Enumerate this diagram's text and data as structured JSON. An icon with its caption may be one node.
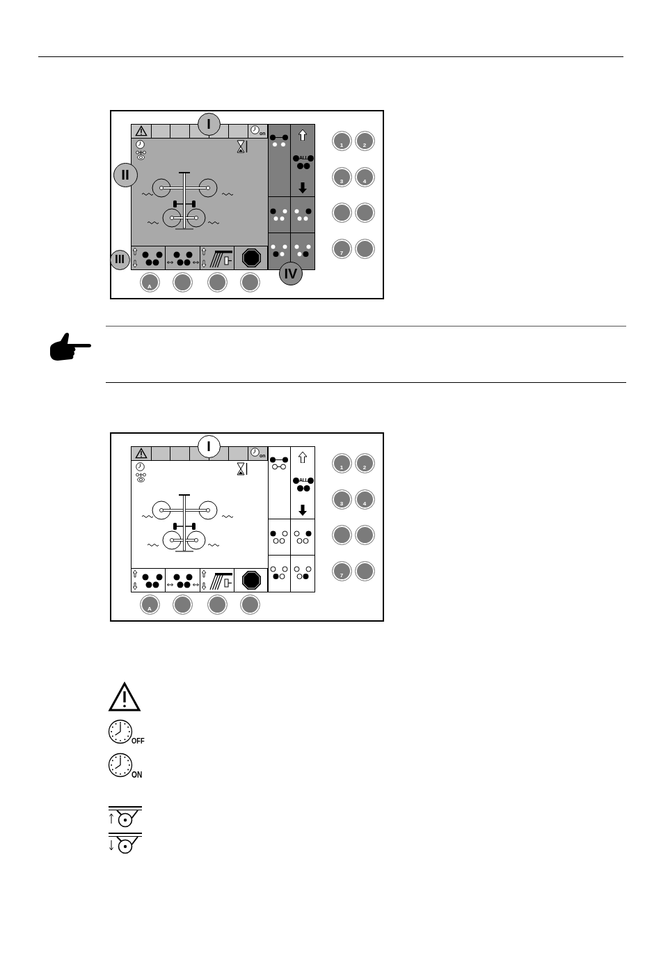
{
  "diagram": {
    "labels": [
      "I",
      "on",
      "1",
      "2",
      "II",
      "ALL",
      "3",
      "4",
      "7",
      "III",
      "IV",
      "A",
      "I",
      "on",
      "1",
      "2",
      "ALL",
      "3",
      "4",
      "7",
      "A",
      "OFF",
      "ON"
    ]
  }
}
